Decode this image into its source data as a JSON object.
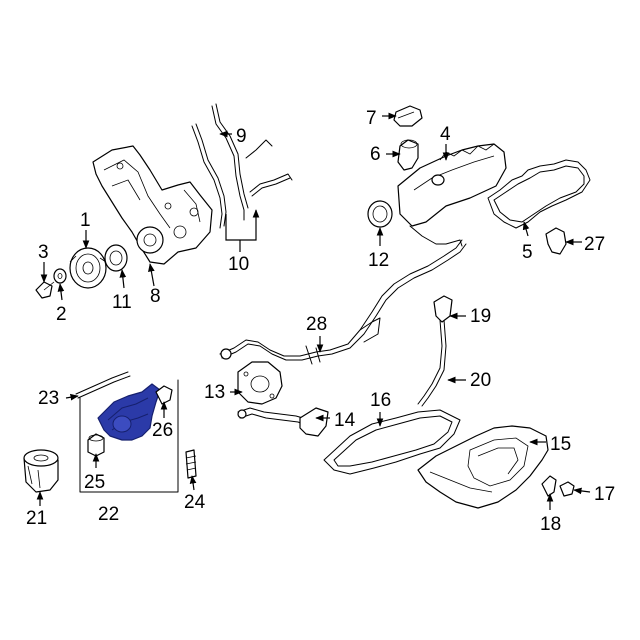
{
  "colors": {
    "background": "#ffffff",
    "line": "#000000",
    "highlight": "#2b3aa8",
    "highlight_dark": "#16206e"
  },
  "callouts": {
    "c1": "1",
    "c2": "2",
    "c3": "3",
    "c4": "4",
    "c5": "5",
    "c6": "6",
    "c7": "7",
    "c8": "8",
    "c9": "9",
    "c10": "10",
    "c11": "11",
    "c12": "12",
    "c13": "13",
    "c14": "14",
    "c15": "15",
    "c16": "16",
    "c17": "17",
    "c18": "18",
    "c19": "19",
    "c20": "20",
    "c21": "21",
    "c22": "22",
    "c23": "23",
    "c24": "24",
    "c25": "25",
    "c26": "26",
    "c27": "27",
    "c28": "28"
  }
}
